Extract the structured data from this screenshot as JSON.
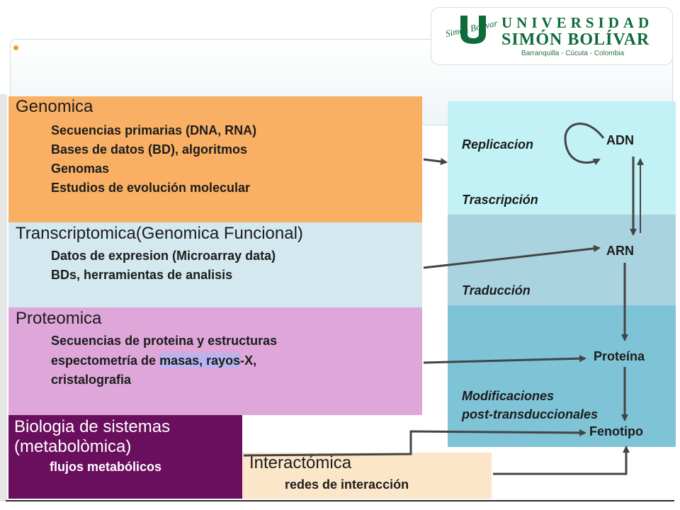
{
  "logo": {
    "line1": "UNIVERSIDAD",
    "line2": "SIMÓN BOLÍVAR",
    "line3": "Barranquilla - Cúcuta - Colombia",
    "mark_text": "Simon Bolivar",
    "color": "#0f6b3a"
  },
  "sections": {
    "genomica": {
      "title": "Genomica",
      "items": [
        "Secuencias primarias (DNA, RNA)",
        "Bases de datos (BD), algoritmos",
        "Genomas",
        "Estudios de evolución molecular"
      ],
      "color": "#f9b064"
    },
    "transcriptomica": {
      "title": "Transcriptomica(Genomica Funcional)",
      "items": [
        "Datos de expresion (Microarray data)",
        "BDs, herramientas de analisis"
      ],
      "color": "#d3e8ef"
    },
    "proteomica": {
      "title": "Proteomica",
      "items": [
        "Secuencias de proteina y estructuras",
        "espectometría de ",
        "masas, rayos",
        "-X,",
        "cristalografia"
      ],
      "color": "#dea6d9"
    },
    "sistemas": {
      "title_line1": "Biologia de sistemas",
      "title_line2": "(metabolòmica)",
      "item": "flujos metabólicos",
      "color": "#6a0e5e"
    },
    "interactomica": {
      "title": "Interactómica",
      "item": "redes de interacción",
      "color": "#fce6c9"
    }
  },
  "flow": {
    "replicacion": "Replicacion",
    "trascripcion": "Trascripción",
    "traduccion": "Traducción",
    "modificaciones_1": "Modificaciones",
    "modificaciones_2": "post-transduccionales",
    "adn": "ADN",
    "arn": "ARN",
    "proteina": "Proteína",
    "fenotipo": "Fenotipo",
    "colors": [
      "#c2f2f5",
      "#a9d4df",
      "#7fc3d6"
    ]
  }
}
